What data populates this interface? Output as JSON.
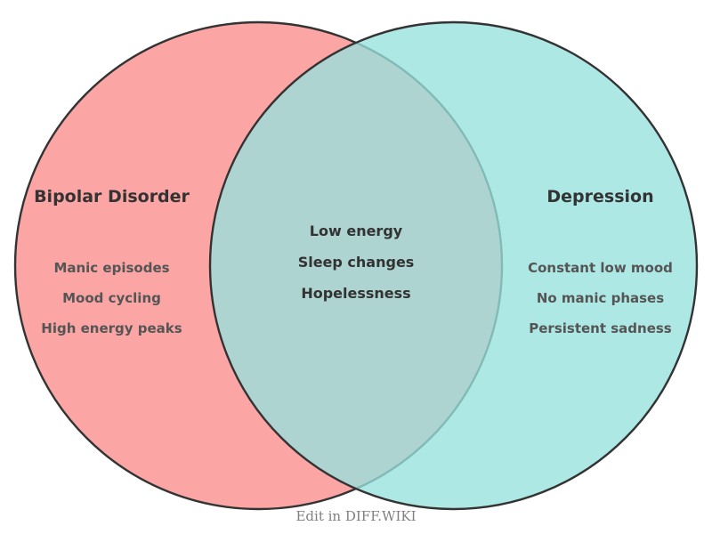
{
  "diagram": {
    "type": "venn",
    "background": "#ffffff",
    "stroke_color": "#333333",
    "left": {
      "title": "Bipolar Disorder",
      "fill": "#fca5a5",
      "items": [
        "Manic episodes",
        "Mood cycling",
        "High energy peaks"
      ]
    },
    "right": {
      "title": "Depression",
      "fill": "#96e2dc",
      "items": [
        "Constant low mood",
        "No manic phases",
        "Persistent sadness"
      ]
    },
    "intersection": {
      "fill": "#bf9e9e",
      "items": [
        "Low energy",
        "Sleep changes",
        "Hopelessness"
      ]
    }
  },
  "footer": {
    "note": "Edit in DIFF.WIKI"
  }
}
